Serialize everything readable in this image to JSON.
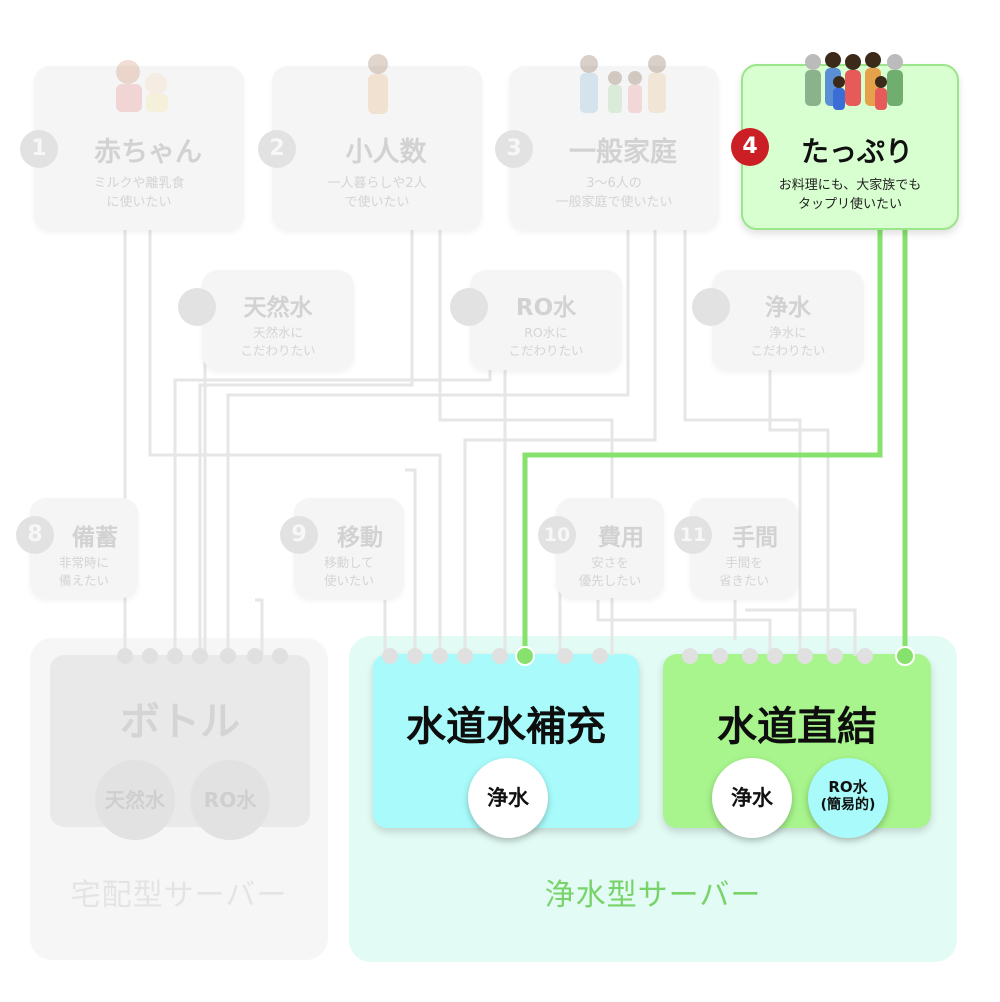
{
  "options": [
    {
      "num": "1",
      "title": "赤ちゃん",
      "desc1": "ミルクや離乳食",
      "desc2": "に使いたい"
    },
    {
      "num": "2",
      "title": "小人数",
      "desc1": "一人暮らしや2人",
      "desc2": "で使いたい"
    },
    {
      "num": "3",
      "title": "一般家庭",
      "desc1": "3〜6人の",
      "desc2": "一般家庭で使いたい"
    },
    {
      "num": "4",
      "title": "たっぷり",
      "desc1": "お料理にも、大家族でも",
      "desc2": "タップリ使いたい"
    }
  ],
  "water_types": [
    {
      "title": "天然水",
      "desc1": "天然水に",
      "desc2": "こだわりたい"
    },
    {
      "title": "RO水",
      "desc1": "RO水に",
      "desc2": "こだわりたい"
    },
    {
      "title": "浄水",
      "desc1": "浄水に",
      "desc2": "こだわりたい"
    }
  ],
  "priorities": [
    {
      "num": "8",
      "title": "備蓄",
      "desc1": "非常時に",
      "desc2": "備えたい"
    },
    {
      "num": "9",
      "title": "移動",
      "desc1": "移動して",
      "desc2": "使いたい"
    },
    {
      "num": "10",
      "title": "費用",
      "desc1": "安さを",
      "desc2": "優先したい"
    },
    {
      "num": "11",
      "title": "手間",
      "desc1": "手間を",
      "desc2": "省きたい"
    }
  ],
  "delivery": {
    "region_label": "宅配型サーバー",
    "server_title": "ボトル",
    "types": [
      "天然水",
      "RO水"
    ]
  },
  "purifier": {
    "region_label": "浄水型サーバー",
    "refill": {
      "title": "水道水補充",
      "types": [
        "浄水"
      ]
    },
    "direct": {
      "title": "水道直結",
      "types": [
        "浄水"
      ],
      "ro_line1": "RO水",
      "ro_line2": "(簡易的)"
    }
  },
  "colors": {
    "active_line": "#86e26c",
    "dim_line": "#e6e6e6",
    "active_card": "#d8ffd0",
    "badge_active": "#cc1f25",
    "refill_box": "#a9fbfb",
    "direct_box": "#a7f58c",
    "purifier_region": "#e2fbf4",
    "purifier_label": "#78d36a",
    "delivery_label": "#e4e4e4"
  }
}
